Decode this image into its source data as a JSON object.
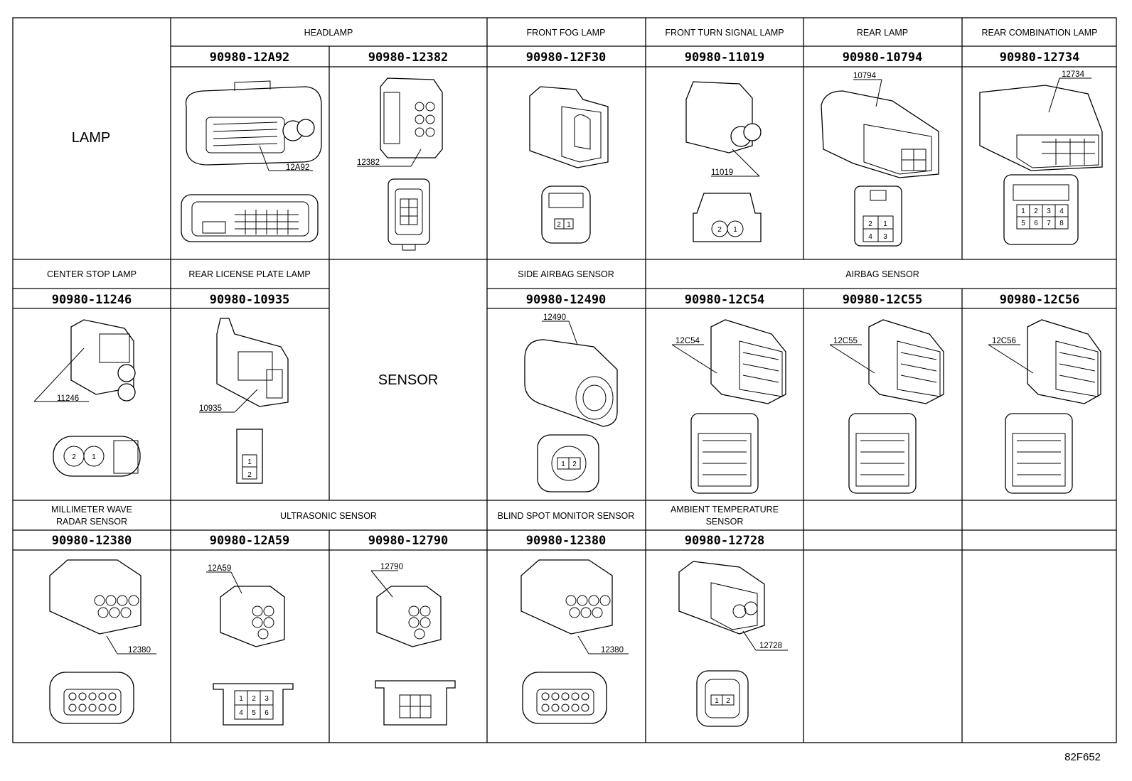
{
  "rows": [
    {
      "group_label": "LAMP",
      "headers": [
        "HEADLAMP",
        "FRONT FOG LAMP",
        "FRONT TURN SIGNAL LAMP",
        "REAR LAMP",
        "REAR COMBINATION LAMP"
      ],
      "part_numbers": [
        "90980-12A92",
        "90980-12382",
        "90980-12F30",
        "90980-11019",
        "90980-10794",
        "90980-12734"
      ],
      "tags": [
        "12A92",
        "12382",
        "11019",
        "10794",
        "12734"
      ]
    },
    {
      "group_label": "SENSOR",
      "headers": [
        "CENTER STOP LAMP",
        "REAR LICENSE PLATE LAMP",
        "SIDE AIRBAG SENSOR",
        "AIRBAG SENSOR"
      ],
      "part_numbers": [
        "90980-11246",
        "90980-10935",
        "90980-12490",
        "90980-12C54",
        "90980-12C55",
        "90980-12C56"
      ],
      "tags": [
        "11246",
        "10935",
        "12490",
        "12C54",
        "12C55",
        "12C56"
      ]
    },
    {
      "headers": [
        "MILLIMETER WAVE",
        "RADAR SENSOR",
        "ULTRASONIC SENSOR",
        "BLIND SPOT MONITOR SENSOR",
        "AMBIENT TEMPERATURE",
        "SENSOR"
      ],
      "part_numbers": [
        "90980-12380",
        "90980-12A59",
        "90980-12790",
        "90980-12380",
        "90980-12728"
      ],
      "tags": [
        "12380",
        "12A59",
        "12790",
        "12380",
        "12728"
      ]
    }
  ],
  "pin_labels": {
    "two_pin_a": [
      "2",
      "1"
    ],
    "two_pin_b": [
      "1",
      "2"
    ],
    "four_pin": [
      "2",
      "1",
      "4",
      "3"
    ],
    "eight_pin": [
      "1",
      "2",
      "3",
      "4",
      "5",
      "6",
      "7",
      "8"
    ],
    "six_pin": [
      "1",
      "2",
      "3",
      "4",
      "5",
      "6"
    ]
  },
  "footer_code": "82F652"
}
